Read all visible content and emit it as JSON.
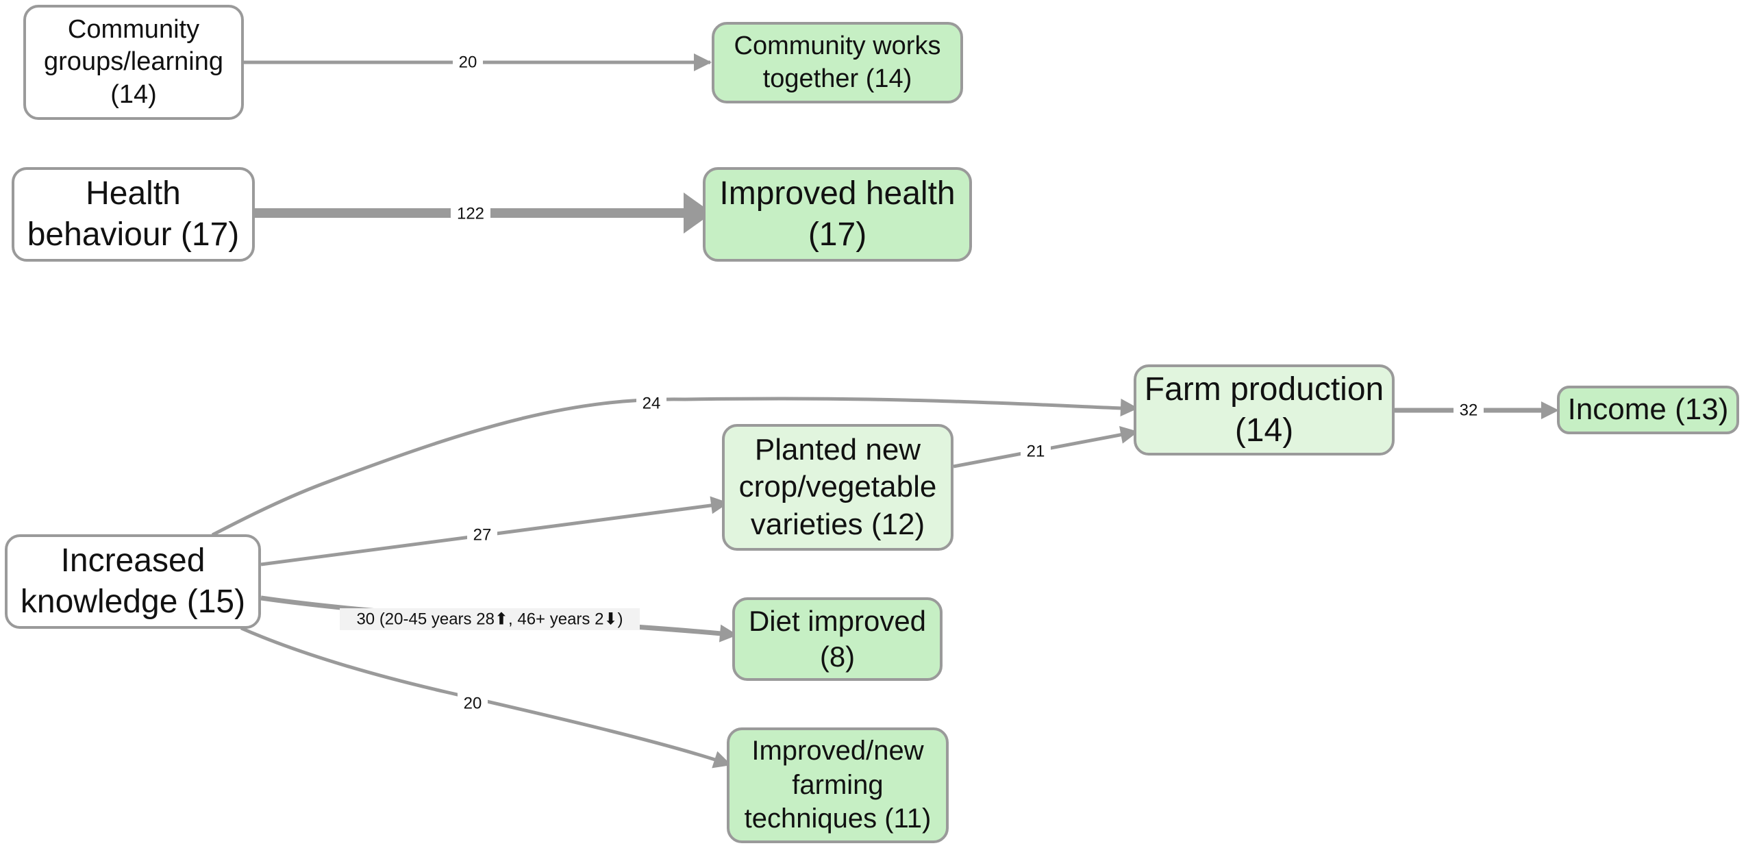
{
  "colors": {
    "edge": "#9a9a9a",
    "node_border": "#9a9a9a",
    "node_plain": "#ffffff",
    "node_light_green": "#e1f5de",
    "node_green": "#c6efc4",
    "label_bg": "#f2f2f2"
  },
  "nodes": {
    "community_groups": {
      "label": "Community groups/learning (14)",
      "fill": "node_plain"
    },
    "community_works": {
      "label": "Community works together (14)",
      "fill": "node_green"
    },
    "health_behaviour": {
      "label": "Health behaviour (17)",
      "fill": "node_plain"
    },
    "improved_health": {
      "label": "Improved health (17)",
      "fill": "node_green"
    },
    "farm_production": {
      "label": "Farm production (14)",
      "fill": "node_light_green"
    },
    "income": {
      "label": "Income (13)",
      "fill": "node_green"
    },
    "planted_new": {
      "label": "Planted new crop/vegetable varieties (12)",
      "fill": "node_light_green"
    },
    "increased_knowledge": {
      "label": "Increased knowledge (15)",
      "fill": "node_plain"
    },
    "diet_improved": {
      "label": "Diet improved (8)",
      "fill": "node_green"
    },
    "improved_farming": {
      "label": "Improved/new farming techniques (11)",
      "fill": "node_green"
    }
  },
  "edges": [
    {
      "id": "community_groups-community_works",
      "from": "community_groups",
      "to": "community_works",
      "label": "20",
      "weight": 20
    },
    {
      "id": "health_behaviour-improved_health",
      "from": "health_behaviour",
      "to": "improved_health",
      "label": "122",
      "weight": 122
    },
    {
      "id": "increased_knowledge-farm_production",
      "from": "increased_knowledge",
      "to": "farm_production",
      "label": "24",
      "weight": 24
    },
    {
      "id": "increased_knowledge-planted_new",
      "from": "increased_knowledge",
      "to": "planted_new",
      "label": "27",
      "weight": 27
    },
    {
      "id": "planted_new-farm_production",
      "from": "planted_new",
      "to": "farm_production",
      "label": "21",
      "weight": 21
    },
    {
      "id": "farm_production-income",
      "from": "farm_production",
      "to": "income",
      "label": "32",
      "weight": 32
    },
    {
      "id": "increased_knowledge-diet_improved",
      "from": "increased_knowledge",
      "to": "diet_improved",
      "label": "30 (20-45 years 28⬆, 46+ years 2⬇)",
      "weight": 30
    },
    {
      "id": "increased_knowledge-improved_farming",
      "from": "increased_knowledge",
      "to": "improved_farming",
      "label": "20",
      "weight": 20
    }
  ]
}
